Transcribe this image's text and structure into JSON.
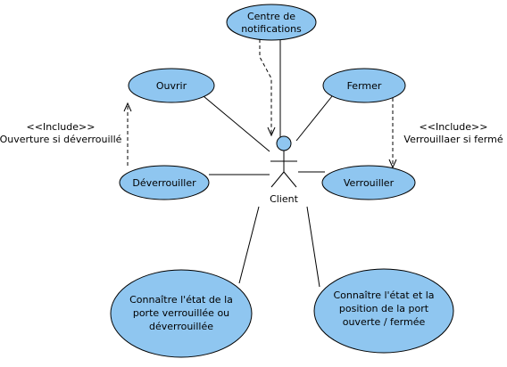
{
  "actor": {
    "label": "Client"
  },
  "use_cases": {
    "notifications": [
      "Centre de",
      "notifications"
    ],
    "ouvrir": [
      "Ouvrir"
    ],
    "fermer": [
      "Fermer"
    ],
    "deverrouiller": [
      "Déverrouiller"
    ],
    "verrouiller": [
      "Verrouiller"
    ],
    "etat_verrou": [
      "Connaître l'état de la",
      "porte verrouillée ou",
      "déverrouillée"
    ],
    "etat_position": [
      "Connaître l'état et la",
      "position de la port",
      "ouverte / fermée"
    ]
  },
  "dependencies": {
    "left": {
      "stereotype": "<<Include>>",
      "label": "Ouverture si déverrouillé"
    },
    "right": {
      "stereotype": "<<Include>>",
      "label": "Verrouillaer si fermé"
    }
  },
  "colors": {
    "use_case_fill": "#8fc6f0",
    "line": "#000000"
  }
}
